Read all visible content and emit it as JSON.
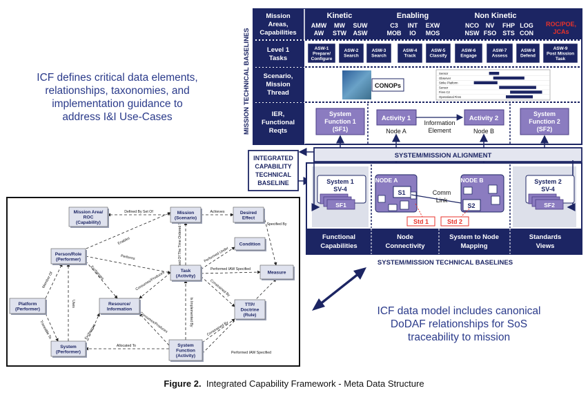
{
  "left_text": [
    "ICF defines critical data elements,",
    "relationships, taxonomies, and",
    "implementation guidance to",
    "address I&I Use-Cases"
  ],
  "right_text": [
    "ICF data model includes canonical",
    "DoDAF relationships for SoS",
    "traceability to mission"
  ],
  "caption": {
    "label": "Figure 2.",
    "text": "Integrated Capability Framework - Meta Data Structure"
  },
  "baselines": {
    "vertical_label": "MISSION TECHNICAL BASELINES",
    "rows": {
      "mission_areas": [
        "Mission",
        "Areas,",
        "Capabilities"
      ],
      "level1": [
        "Level 1",
        "Tasks"
      ],
      "scenario": [
        "Scenario,",
        "Mission",
        "Thread"
      ],
      "ier": [
        "IER,",
        "Functional",
        "Reqts"
      ]
    },
    "groups": {
      "kinetic": "Kinetic",
      "enabling": "Enabling",
      "non_kinetic": "Non Kinetic"
    },
    "codes": [
      [
        "AMW",
        "AW"
      ],
      [
        "MW",
        "STW"
      ],
      [
        "SUW",
        "ASW"
      ],
      [
        "C3",
        "MOB"
      ],
      [
        "INT",
        "IO"
      ],
      [
        "EXW",
        "MOS"
      ],
      [
        "NCO",
        "NSW"
      ],
      [
        "NV",
        "FSO"
      ],
      [
        "FHP",
        "STS"
      ],
      [
        "LOG",
        "CON"
      ]
    ],
    "roc": [
      "ROC/POE,",
      "JCAs"
    ],
    "tasks": [
      [
        "ASW-1",
        "Prepare/",
        "Configure"
      ],
      [
        "ASW-2",
        "Search"
      ],
      [
        "ASW-3",
        "Search"
      ],
      [
        "ASW-4",
        "Track"
      ],
      [
        "ASW-5",
        "Classify"
      ],
      [
        "ASW-6",
        "Engage"
      ],
      [
        "ASW-7",
        "Assess"
      ],
      [
        "ASW-8",
        "Defend"
      ],
      [
        "ASW-9",
        "Post Mission",
        "Task"
      ]
    ],
    "conops": "CONOPs",
    "gantt_rows": [
      "Sensor",
      "Observer",
      "Strike Platform",
      "Sensor",
      "Fires C2",
      "Operational Fires"
    ],
    "ier": {
      "sf1": [
        "System",
        "Function 1",
        "(SF1)"
      ],
      "activity1": "Activity 1",
      "node_a": "Node A",
      "info": [
        "Information",
        "Element"
      ],
      "activity2": "Activity 2",
      "node_b": "Node B",
      "sf2": [
        "System",
        "Function 2",
        "(SF2)"
      ]
    }
  },
  "alignment": "SYSTEM/MISSION ALIGNMENT",
  "icb": [
    "INTEGRATED",
    "CAPABILITY",
    "TECHNICAL",
    "BASELINE"
  ],
  "systems": {
    "system1": [
      "System 1",
      "SV-4"
    ],
    "sf1": "SF1",
    "node_a": "NODE A",
    "s1": "S1",
    "comm": [
      "Comm",
      "Link"
    ],
    "node_b": "NODE B",
    "s2": "S2",
    "system2": [
      "System 2",
      "SV-4"
    ],
    "sf2": "SF2",
    "std1": "Std 1",
    "std2": "Std 2"
  },
  "bottom_labels": [
    [
      "Functional",
      "Capabilities"
    ],
    [
      "Node",
      "Connectivity"
    ],
    [
      "System to Node",
      "Mapping"
    ],
    [
      "Standards",
      "Views"
    ]
  ],
  "smtb_label": "SYSTEM/MISSION TECHNICAL BASELINES",
  "er": {
    "nodes": {
      "mission_area": [
        "Mission Area/",
        "ROC",
        "(Capability)"
      ],
      "mission": [
        "Mission",
        "(Scenario)"
      ],
      "desired_effect": [
        "Desired",
        "Effect"
      ],
      "condition": [
        "Condition"
      ],
      "person_role": [
        "Person/Role",
        "(Performer)"
      ],
      "task": [
        "Task",
        "(Activity)"
      ],
      "measure": [
        "Measure"
      ],
      "platform": [
        "Platform",
        "(Performer)"
      ],
      "resource": [
        "Resource/",
        "Information"
      ],
      "ttp": [
        "TTP/",
        "Doctrine",
        "(Rule)"
      ],
      "system": [
        "System",
        "(Performer)"
      ],
      "system_function": [
        "System",
        "Function",
        "(Activity)"
      ]
    },
    "edges": {
      "defined_by": "Defined By Set Of",
      "achieves": "Achieves",
      "specified_by": "Specified By",
      "enables": "Enables",
      "composed_of": "Composed Of The Time Ordered Sequence",
      "performed_under": "Performed Under",
      "performs": "Performs",
      "performed_iaw_1": "Performed IAW Specified",
      "consumes_produces": "Consumes/Produces",
      "exchanges": "Exchanges",
      "constrained_by_1": "Constrained By",
      "member_of": "Member Of",
      "uses": "Uses",
      "traceable_to": "Traceable To",
      "is_implemented_by": "Is Implemented By",
      "consumes_produces_2": "Consumes/Produces",
      "constrained_by_2": "Constrained By",
      "allocated_to": "Allocated To",
      "performed_iaw_2": "Performed IAW Specified",
      "exchanges_2": "Exchanges"
    }
  }
}
